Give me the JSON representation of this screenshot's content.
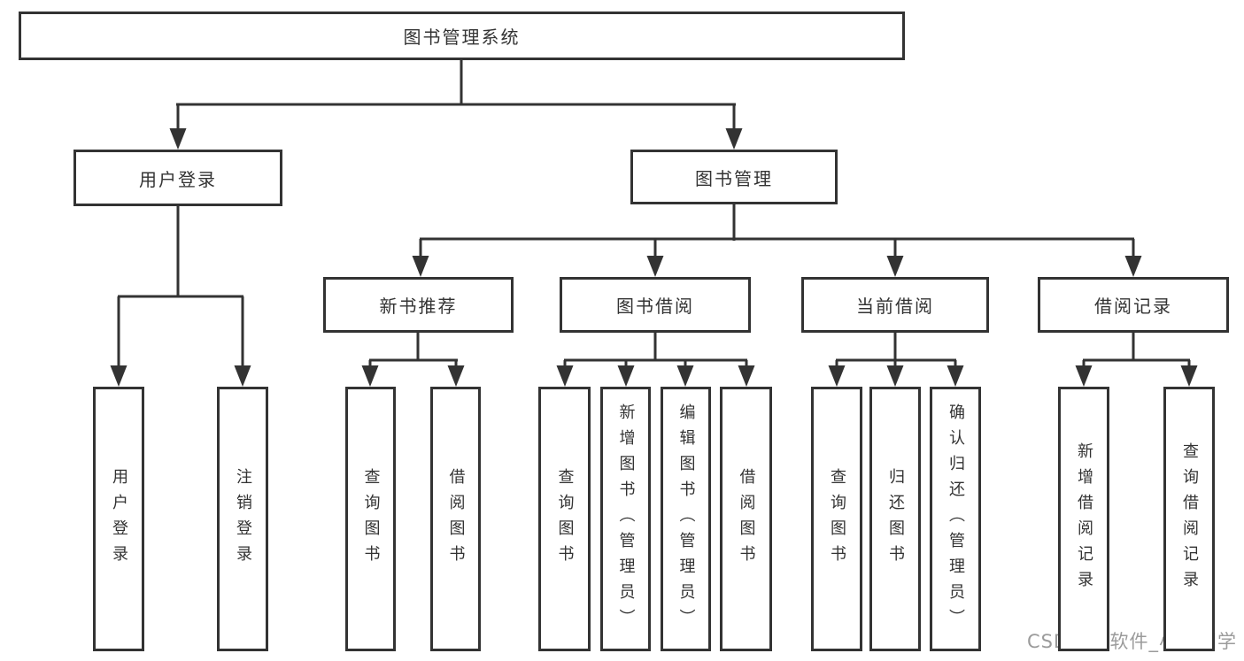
{
  "diagram": {
    "nodes": [
      {
        "id": "root",
        "label": "图书管理系统"
      },
      {
        "id": "user-login",
        "label": "用户登录"
      },
      {
        "id": "book-mgmt",
        "label": "图书管理"
      },
      {
        "id": "new-book-rec",
        "label": "新书推荐"
      },
      {
        "id": "book-borrow",
        "label": "图书借阅"
      },
      {
        "id": "current-borrow",
        "label": "当前借阅"
      },
      {
        "id": "borrow-records",
        "label": "借阅记录"
      },
      {
        "id": "user-login-op",
        "label": "用户登录"
      },
      {
        "id": "logout-op",
        "label": "注销登录"
      },
      {
        "id": "query-books-rec",
        "label": "查询图书"
      },
      {
        "id": "borrow-books-rec",
        "label": "借阅图书"
      },
      {
        "id": "query-books-borrow",
        "label": "查询图书"
      },
      {
        "id": "add-books-admin",
        "label": "新增图书（管理员）"
      },
      {
        "id": "edit-books-admin",
        "label": "编辑图书（管理员）"
      },
      {
        "id": "borrow-books-op",
        "label": "借阅图书"
      },
      {
        "id": "query-books-current",
        "label": "查询图书"
      },
      {
        "id": "return-books",
        "label": "归还图书"
      },
      {
        "id": "confirm-return-admin",
        "label": "确认归还（管理员）"
      },
      {
        "id": "add-borrow-record",
        "label": "新增借阅记录"
      },
      {
        "id": "query-borrow-record",
        "label": "查询借阅记录"
      }
    ]
  },
  "watermark": {
    "text": "CSDN @软件_小贺同学"
  },
  "colors": {
    "line": "#333333",
    "box_border": "#333333",
    "box_fill": "#ffffff",
    "text": "#333333",
    "watermark": "#9b9b9b",
    "background": "#ffffff"
  }
}
